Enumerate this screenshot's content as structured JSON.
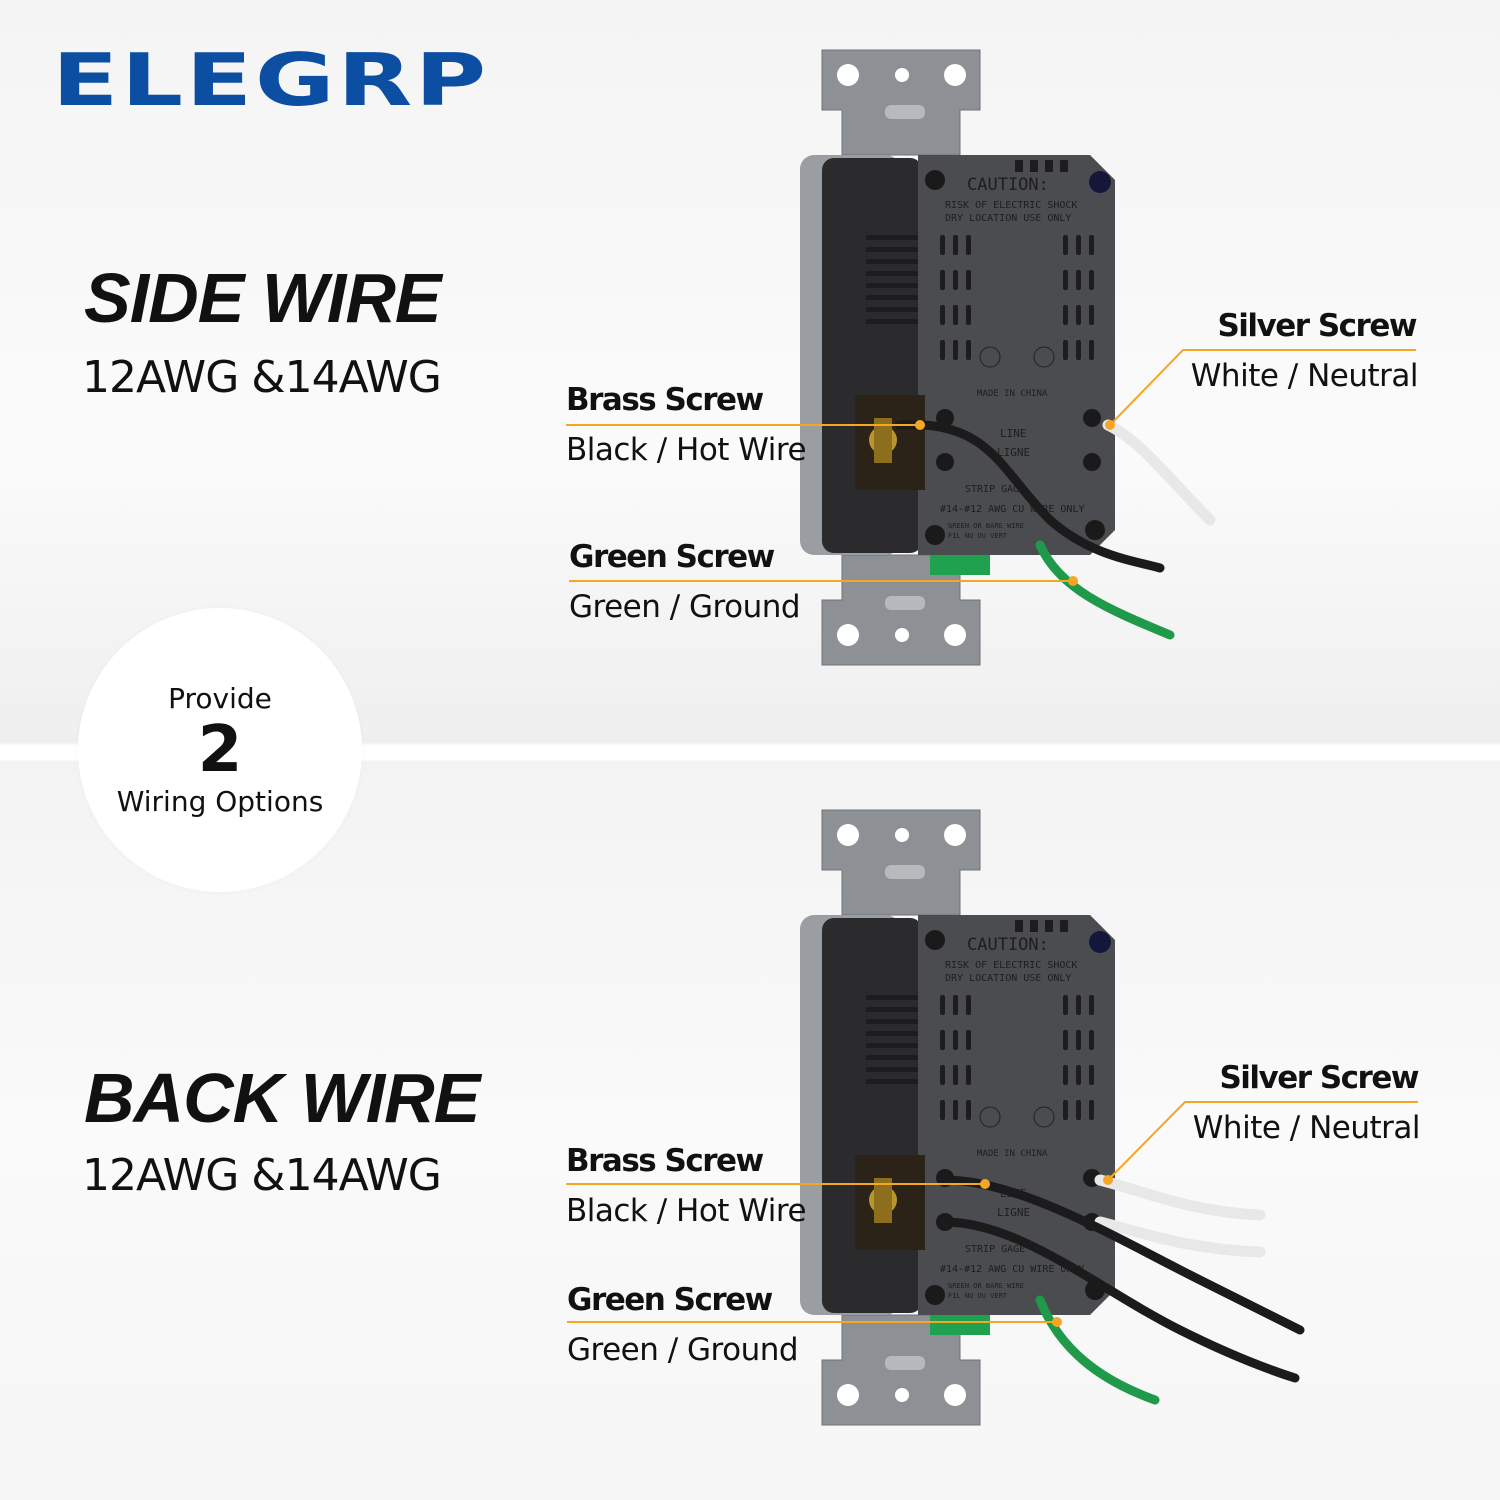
{
  "brand": {
    "logo_text": "ELEGRP",
    "color": "#0b4ea2"
  },
  "badge": {
    "top": "Provide",
    "number": "2",
    "bottom": "Wiring Options"
  },
  "accent_color": "#f5a623",
  "sections": [
    {
      "title": "SIDE WIRE",
      "gauge": "12AWG &14AWG",
      "brass": {
        "label": "Brass Screw",
        "wire": "Black / Hot Wire"
      },
      "green": {
        "label": "Green Screw",
        "wire": "Green / Ground"
      },
      "silver": {
        "label": "Silver Screw",
        "wire": "White / Neutral"
      }
    },
    {
      "title": "BACK WIRE",
      "gauge": "12AWG &14AWG",
      "brass": {
        "label": "Brass Screw",
        "wire": "Black / Hot Wire"
      },
      "green": {
        "label": "Green Screw",
        "wire": "Green / Ground"
      },
      "silver": {
        "label": "Silver Screw",
        "wire": "White / Neutral"
      }
    }
  ],
  "device_markings": {
    "caution": "CAUTION:",
    "line1": "RISK OF ELECTRIC SHOCK",
    "line2": "DRY LOCATION USE ONLY",
    "origin": "MADE IN CHINA",
    "line": "LINE",
    "ligne": "LIGNE",
    "strip": "STRIP GAGE",
    "awg": "#14-#12 AWG CU WIRE ONLY",
    "ground1": "GREEN OR BARE WIRE",
    "ground2": "FIL NU OU VERT"
  }
}
